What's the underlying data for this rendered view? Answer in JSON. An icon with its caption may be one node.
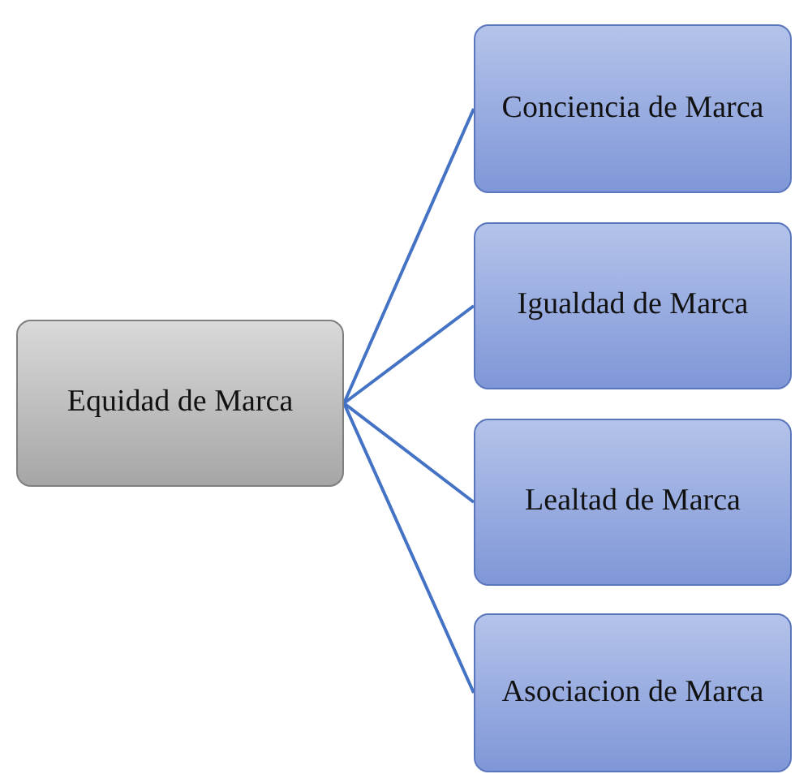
{
  "diagram": {
    "nodes": [
      {
        "text": [
          "Equidad de Marca"
        ]
      },
      {
        "text": [
          "Conciencia de Marca"
        ]
      },
      {
        "text": [
          "Igualdad de Marca"
        ]
      },
      {
        "text": [
          "Lealtad de Marca"
        ]
      },
      {
        "text": [
          "Asociacion de Marca"
        ]
      }
    ],
    "edges": [
      {
        "from": 0,
        "to": 1,
        "arrow": "none"
      },
      {
        "from": 0,
        "to": 2,
        "arrow": "none"
      },
      {
        "from": 0,
        "to": 3,
        "arrow": "none"
      },
      {
        "from": 0,
        "to": 4,
        "arrow": "none"
      }
    ]
  }
}
